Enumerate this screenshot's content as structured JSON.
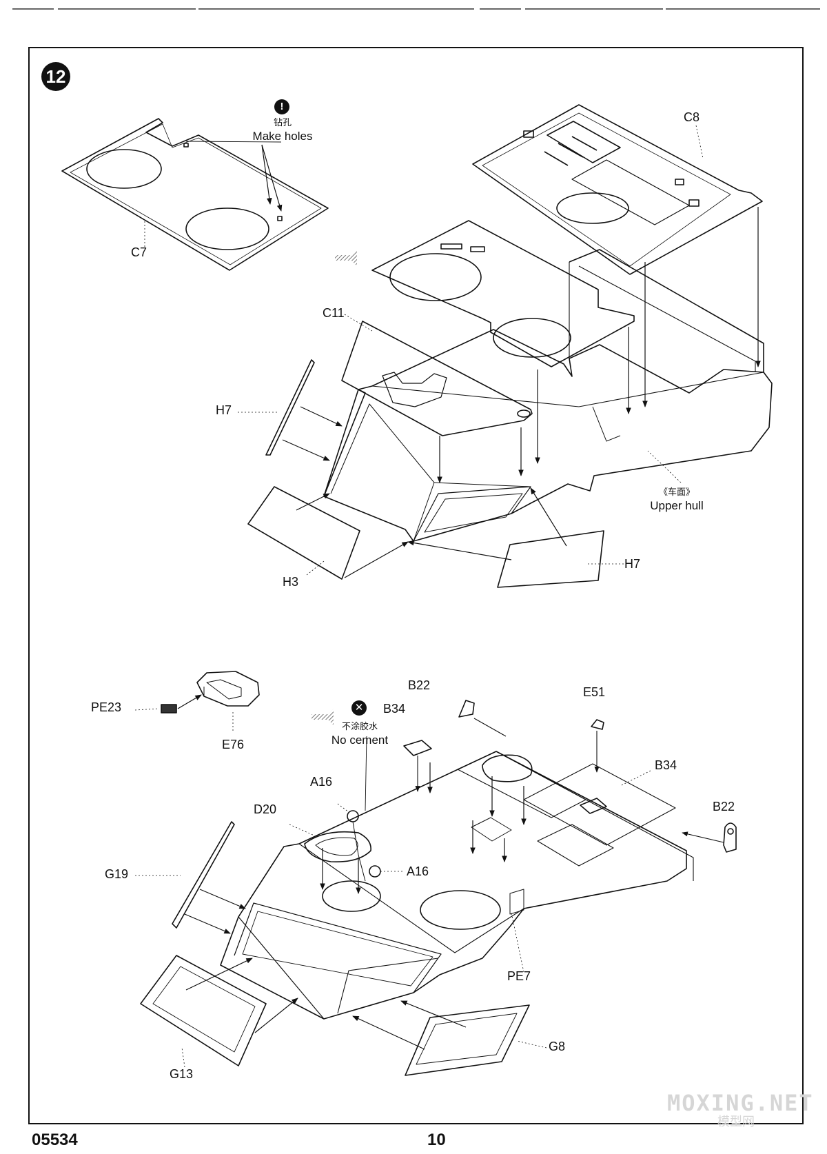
{
  "step": {
    "number": "12"
  },
  "top_section": {
    "note": {
      "icon": "drill-icon",
      "chinese": "钻孔",
      "english": "Make holes"
    },
    "labels": {
      "c7": "C7",
      "c8": "C8",
      "c11": "C11",
      "h7_left": "H7",
      "h7_right": "H7",
      "h3": "H3",
      "upper_hull_cn": "《车面》",
      "upper_hull_en": "Upper hull"
    }
  },
  "bottom_section": {
    "note": {
      "icon": "no-cement-icon",
      "chinese": "不涂胶水",
      "english": "No cement"
    },
    "labels": {
      "pe23": "PE23",
      "e76": "E76",
      "b22_top": "B22",
      "b34_top": "B34",
      "e51": "E51",
      "b34_right": "B34",
      "b22_right": "B22",
      "a16_top": "A16",
      "a16_right": "A16",
      "d20": "D20",
      "g19": "G19",
      "pe7": "PE7",
      "g8": "G8",
      "g13": "G13"
    }
  },
  "footer": {
    "code": "05534",
    "page": "10"
  },
  "watermark": {
    "main": "MOXING.NET",
    "sub": "模型网"
  }
}
